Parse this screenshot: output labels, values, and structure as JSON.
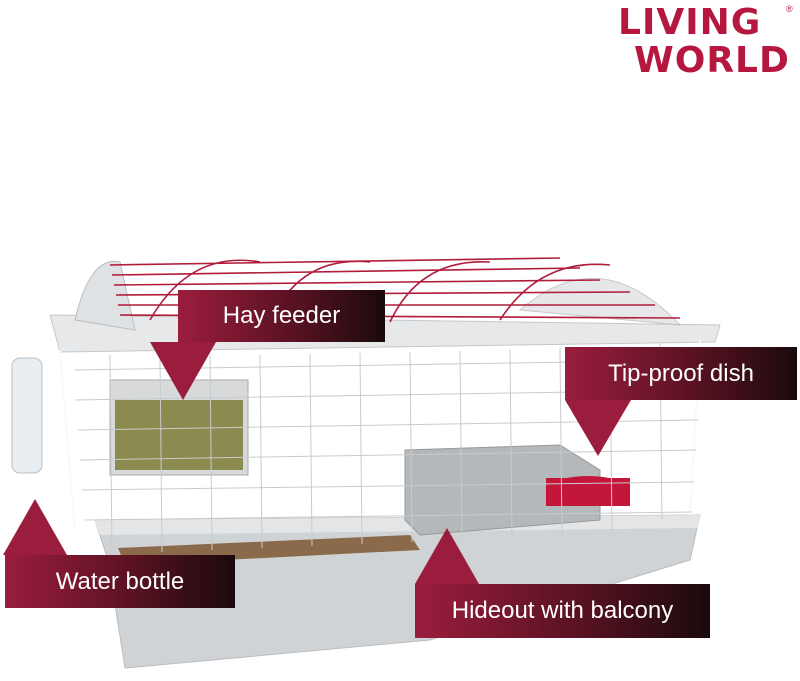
{
  "brand": {
    "name_line1": "LIVING",
    "name_line2": "WORLD",
    "registered_mark": "®",
    "color": "#b5173f"
  },
  "callouts": [
    {
      "label": "Hay feeder"
    },
    {
      "label": "Tip-proof dish"
    },
    {
      "label": "Water bottle"
    },
    {
      "label": "Hideout with balcony"
    }
  ],
  "colors": {
    "callout_start": "#9b1d3d",
    "callout_end": "#1a0a0c",
    "cage_wire": "#b01c3a",
    "cage_base": "#cfd2d4"
  }
}
